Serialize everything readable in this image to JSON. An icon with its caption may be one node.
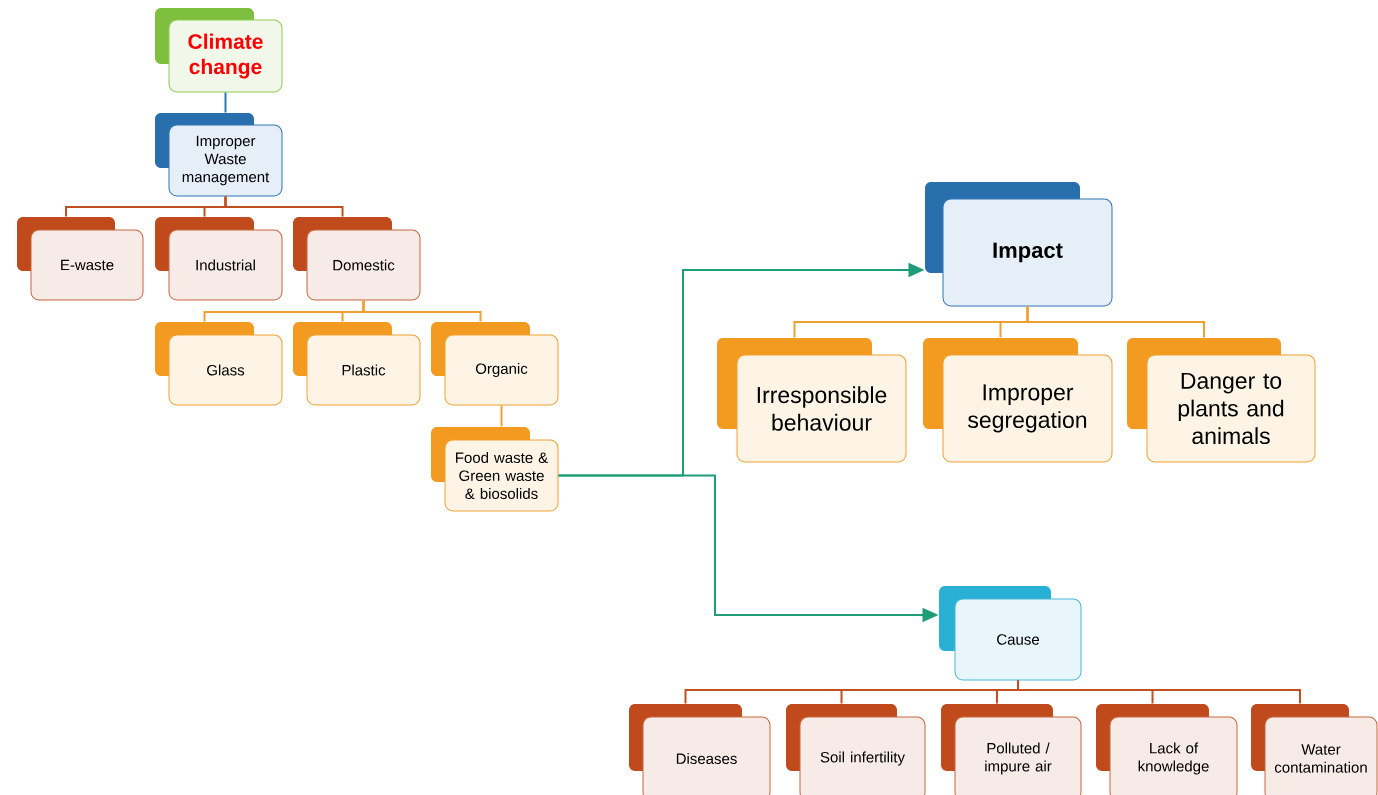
{
  "diagram": {
    "nodes": [
      {
        "text": [
          "Climate change"
        ]
      },
      {
        "text": [
          "Improper Waste management"
        ]
      },
      {
        "text": [
          "E-waste"
        ]
      },
      {
        "text": [
          "Industrial"
        ]
      },
      {
        "text": [
          "Domestic"
        ]
      },
      {
        "text": [
          "Glass"
        ]
      },
      {
        "text": [
          "Plastic"
        ]
      },
      {
        "text": [
          "Organic"
        ]
      },
      {
        "text": [
          "Food waste & Green waste & biosolids"
        ]
      },
      {
        "text": [
          "Impact"
        ]
      },
      {
        "text": [
          "Irresponsible behaviour"
        ]
      },
      {
        "text": [
          "Improper segregation"
        ]
      },
      {
        "text": [
          "Danger to plants and animals"
        ]
      },
      {
        "text": [
          "Cause"
        ]
      },
      {
        "text": [
          "Diseases"
        ]
      },
      {
        "text": [
          "Soil infertility"
        ]
      },
      {
        "text": [
          "Polluted / impure air"
        ]
      },
      {
        "text": [
          "Lack of knowledge"
        ]
      },
      {
        "text": [
          "Water contamination"
        ]
      }
    ],
    "edges": [
      {
        "from": 0,
        "to": 1,
        "arrow": "none",
        "color": "#2e75b6"
      },
      {
        "from": 1,
        "to": 2,
        "arrow": "none"
      },
      {
        "from": 1,
        "to": 3,
        "arrow": "none"
      },
      {
        "from": 1,
        "to": 4,
        "arrow": "none"
      },
      {
        "from": 4,
        "to": 5,
        "arrow": "none",
        "color": "#f0a030"
      },
      {
        "from": 4,
        "to": 6,
        "arrow": "none",
        "color": "#f0a030"
      },
      {
        "from": 4,
        "to": 7,
        "arrow": "none",
        "color": "#f0a030"
      },
      {
        "from": 7,
        "to": 8,
        "arrow": "none",
        "color": "#f0a030"
      },
      {
        "from": 8,
        "to": 9,
        "arrow": "to",
        "color": "#1f9c78"
      },
      {
        "from": 8,
        "to": 13,
        "arrow": "to",
        "color": "#1f9c78"
      },
      {
        "from": 9,
        "to": 10,
        "arrow": "none",
        "color": "#f0a030"
      },
      {
        "from": 9,
        "to": 11,
        "arrow": "none",
        "color": "#f0a030"
      },
      {
        "from": 9,
        "to": 12,
        "arrow": "none",
        "color": "#f0a030"
      },
      {
        "from": 13,
        "to": 14,
        "arrow": "none"
      },
      {
        "from": 13,
        "to": 15,
        "arrow": "none"
      },
      {
        "from": 13,
        "to": 16,
        "arrow": "none"
      },
      {
        "from": 13,
        "to": 17,
        "arrow": "none"
      },
      {
        "from": 13,
        "to": 18,
        "arrow": "none"
      }
    ]
  }
}
